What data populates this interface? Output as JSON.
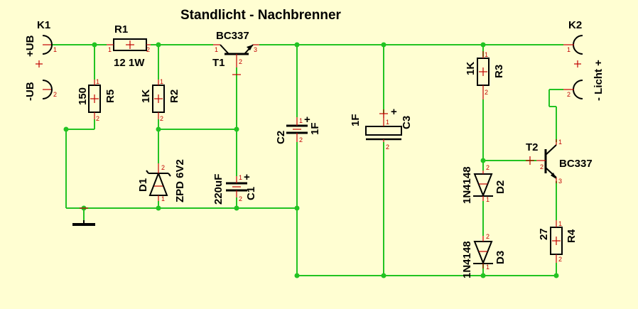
{
  "title": "Standlicht - Nachbrenner",
  "connectors": {
    "k1": {
      "name": "K1",
      "pin1": "+UB",
      "pin2": "-UB"
    },
    "k2": {
      "name": "K2",
      "pin1": "- Licht +"
    }
  },
  "components": {
    "r1": {
      "ref": "R1",
      "value": "12 1W"
    },
    "r2": {
      "ref": "R2",
      "value": "1K"
    },
    "r3": {
      "ref": "R3",
      "value": "1K"
    },
    "r4": {
      "ref": "R4",
      "value": "27"
    },
    "r5": {
      "ref": "R5",
      "value": "150"
    },
    "t1": {
      "ref": "T1",
      "value": "BC337"
    },
    "t2": {
      "ref": "T2",
      "value": "BC337"
    },
    "d1": {
      "ref": "D1",
      "value": "ZPD 6V2"
    },
    "d2": {
      "ref": "D2",
      "value": "1N4148"
    },
    "d3": {
      "ref": "D3",
      "value": "1N4148"
    },
    "c1": {
      "ref": "C1",
      "value": "220uF"
    },
    "c2": {
      "ref": "C2",
      "value": "1F"
    },
    "c3": {
      "ref": "C3",
      "value": "1F"
    }
  },
  "pins": {
    "p1": "1",
    "p2": "2",
    "p3": "3",
    "plus": "+"
  },
  "colors": {
    "background": "#fffed2",
    "wire": "#22c322",
    "pin": "#c00000",
    "component": "#000000"
  }
}
